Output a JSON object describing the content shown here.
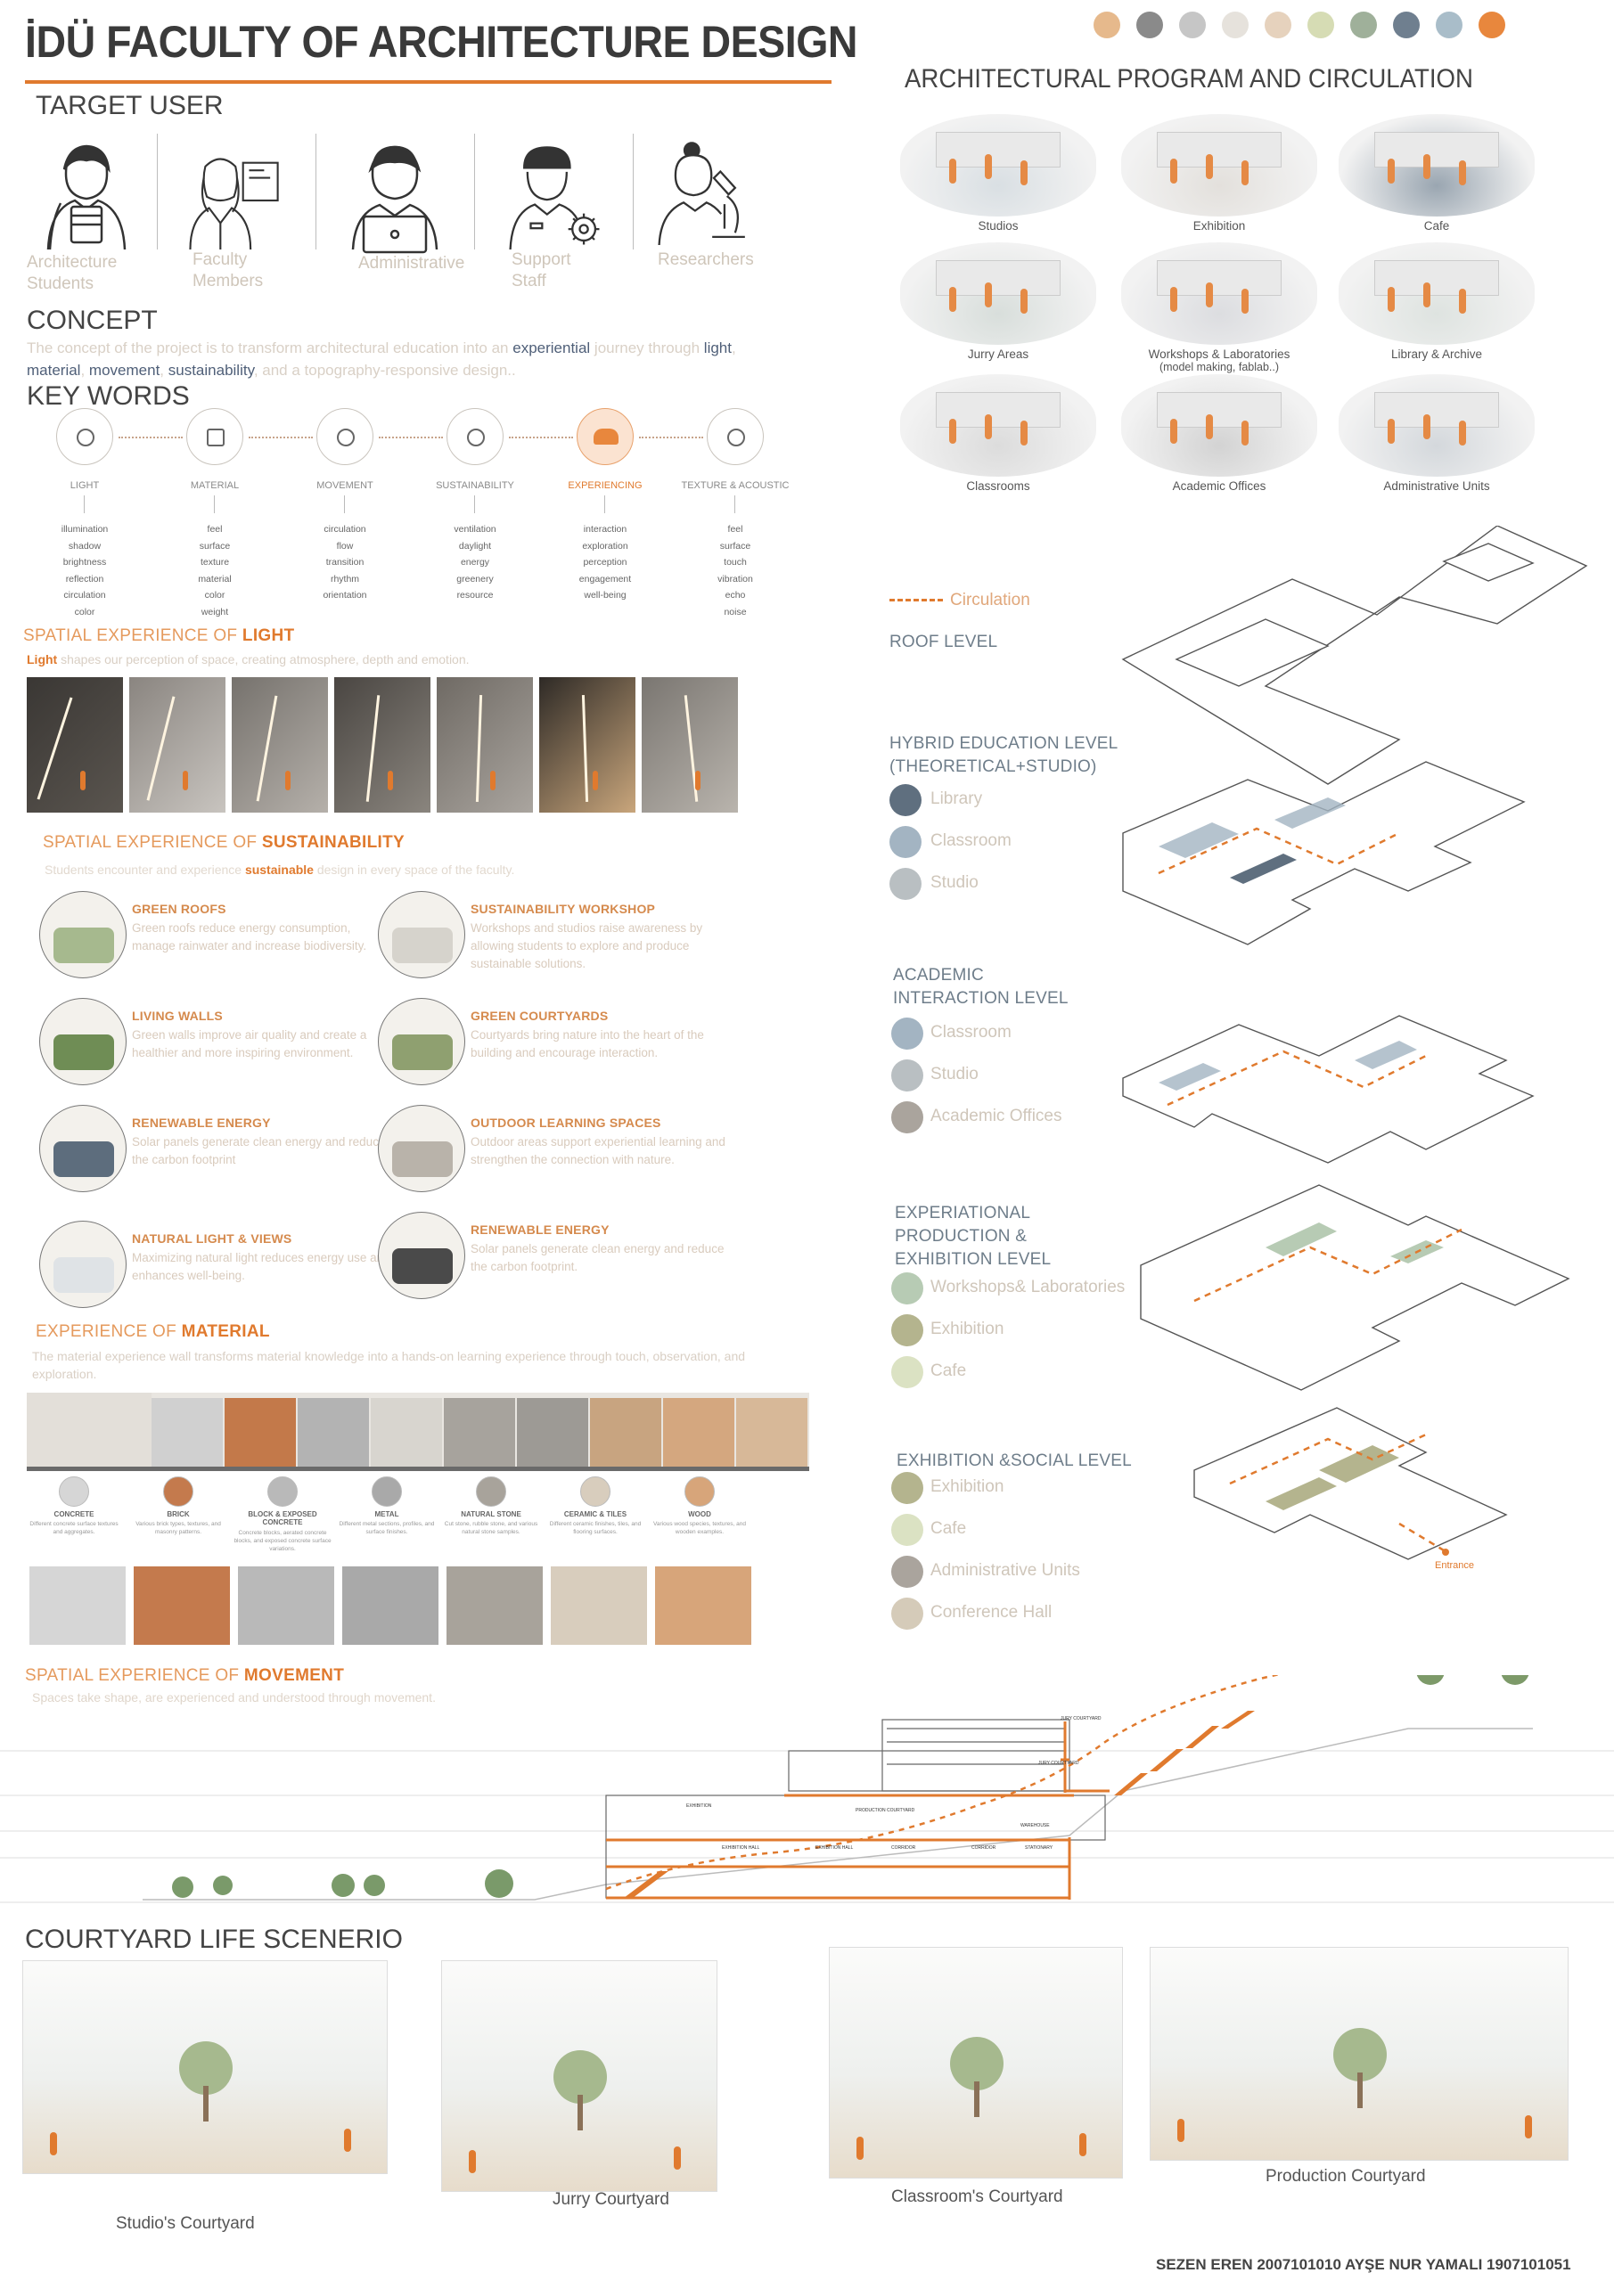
{
  "header": {
    "title": "İDÜ FACULTY OF ARCHITECTURE DESIGN",
    "palette": [
      "#e6b98c",
      "#8a8a8a",
      "#c6c6c6",
      "#e6e2dc",
      "#e6d2bd",
      "#d6dcb4",
      "#9fb09a",
      "#6f7f8f",
      "#a9bdc9",
      "#e8873d"
    ]
  },
  "target_user": {
    "heading": "TARGET USER",
    "users": [
      {
        "label_line1": "Architecture",
        "label_line2": "Students",
        "icon": "student-icon"
      },
      {
        "label_line1": "Faculty",
        "label_line2": "Members",
        "icon": "teacher-icon"
      },
      {
        "label_line1": "Administrative",
        "label_line2": "",
        "icon": "laptop-user-icon"
      },
      {
        "label_line1": "Support",
        "label_line2": "Staff",
        "icon": "worker-gear-icon"
      },
      {
        "label_line1": "Researchers",
        "label_line2": "",
        "icon": "microscope-icon"
      }
    ]
  },
  "concept": {
    "heading": "CONCEPT",
    "t1": "The concept of the project is to transform architectural education into an ",
    "k1": "experiential",
    "t2": " journey through ",
    "k2": "light",
    "t3": ",",
    "k3": "material",
    "t4": ", ",
    "k4": "movement",
    "t5": ", ",
    "k5": "sustainability",
    "t6": ", and a topography-responsive design.."
  },
  "keywords": {
    "heading": "KEY WORDS",
    "items": [
      {
        "title": "LIGHT",
        "icon": "sun-icon",
        "words": [
          "illumination",
          "shadow",
          "brightness",
          "reflection",
          "circulation",
          "color"
        ]
      },
      {
        "title": "MATERIAL",
        "icon": "dots-grid-icon",
        "words": [
          "feel",
          "surface",
          "texture",
          "material",
          "color",
          "weight"
        ]
      },
      {
        "title": "MOVEMENT",
        "icon": "walking-person-icon",
        "words": [
          "circulation",
          "flow",
          "transition",
          "rhythm",
          "orientation"
        ]
      },
      {
        "title": "SUSTAINABILITY",
        "icon": "leaf-icon",
        "words": [
          "ventilation",
          "daylight",
          "energy",
          "greenery",
          "resource"
        ]
      },
      {
        "title": "EXPERIENCING",
        "icon": "group-people-icon",
        "words": [
          "interaction",
          "exploration",
          "perception",
          "engagement",
          "well-being"
        ]
      },
      {
        "title": "TEXTURE & ACOUSTIC",
        "icon": "sound-waves-icon",
        "words": [
          "feel",
          "surface",
          "touch",
          "vibration",
          "echo",
          "noise"
        ]
      }
    ]
  },
  "light": {
    "heading_pre": "SPATIAL EXPERIENCE OF ",
    "heading_key": "LIGHT",
    "sub_key": "Light",
    "sub": " shapes our perception of space, creating atmosphere, depth and emotion."
  },
  "sustainability": {
    "heading_pre": "SPATIAL EXPERIENCE OF ",
    "heading_key": "SUSTAINABILITY",
    "sub_pre": "Students encounter and experience ",
    "sub_key": "sustainable",
    "sub_post": " design in every space of the faculty.",
    "items": [
      {
        "title": "GREEN ROOFS",
        "desc": "Green roofs reduce energy consumption, manage rainwater and increase biodiversity."
      },
      {
        "title": "SUSTAINABILITY WORKSHOP",
        "desc": "Workshops and studios raise awareness by allowing students to explore and produce sustainable solutions."
      },
      {
        "title": "LIVING WALLS",
        "desc": "Green walls improve air quality and create a healthier and more inspiring environment."
      },
      {
        "title": "GREEN COURTYARDS",
        "desc": "Courtyards bring nature into the heart of the building and encourage interaction."
      },
      {
        "title": "RENEWABLE ENERGY",
        "desc": "Solar panels generate clean energy and reduce the carbon footprint"
      },
      {
        "title": "OUTDOOR LEARNING SPACES",
        "desc": "Outdoor areas support experiential learning and strengthen the connection with nature."
      },
      {
        "title": "NATURAL LIGHT & VIEWS",
        "desc": "Maximizing natural light reduces energy use and enhances well-being."
      },
      {
        "title": "RENEWABLE ENERGY",
        "desc": "Solar panels generate clean energy and reduce the carbon footprint."
      }
    ]
  },
  "material": {
    "heading_pre": "EXPERIENCE OF ",
    "heading_key": "MATERIAL",
    "sub": "The material experience wall transforms material knowledge into a hands-on learning experience through touch, observation, and exploration.",
    "items": [
      {
        "name": "CONCRETE",
        "desc": "Different concrete surface textures and aggregates."
      },
      {
        "name": "BRICK",
        "desc": "Various brick types, textures, and masonry patterns."
      },
      {
        "name": "BLOCK & EXPOSED CONCRETE",
        "desc": "Concrete blocks, aerated concrete blocks, and exposed concrete surface variations."
      },
      {
        "name": "METAL",
        "desc": "Different metal sections, profiles, and surface finishes."
      },
      {
        "name": "NATURAL STONE",
        "desc": "Cut stone, rubble stone, and various natural stone samples."
      },
      {
        "name": "CERAMIC & TILES",
        "desc": "Different ceramic finishes, tiles, and flooring surfaces."
      },
      {
        "name": "WOOD",
        "desc": "Various wood species, textures, and wooden examples."
      }
    ]
  },
  "movement": {
    "heading_pre": "SPATIAL EXPERIENCE OF ",
    "heading_key": "MOVEMENT",
    "sub": "Spaces take shape, are experienced and understood through movement.",
    "section_labels": [
      "JURY COURTYARD",
      "JURY COURTYARD",
      "EXHIBITION",
      "PRODUCTION COURTYARD",
      "WAREHOUSE",
      "EXHIBITION HALL",
      "EXHIBITION HALL",
      "CORRIDOR",
      "CORRIDOR",
      "STATIONARY"
    ]
  },
  "program": {
    "heading": "ARCHITECTURAL PROGRAM AND CIRCULATION",
    "spaces": [
      {
        "label": "Studios"
      },
      {
        "label": "Exhibition"
      },
      {
        "label": "Cafe"
      },
      {
        "label": "Jurry Areas"
      },
      {
        "label": "Workshops & Laboratories",
        "label2": "(model making, fablab..)"
      },
      {
        "label": "Library & Archive"
      },
      {
        "label": "Classrooms"
      },
      {
        "label": "Academic Offices"
      },
      {
        "label": "Administrative Units"
      }
    ]
  },
  "levels": {
    "circulation_label": "Circulation",
    "roof": "ROOF LEVEL",
    "hybrid": {
      "title1": "HYBRID EDUCATION LEVEL",
      "title2": "(THEORETICAL+STUDIO)",
      "items": [
        {
          "label": "Library",
          "color": "#5f6f7f"
        },
        {
          "label": "Classroom",
          "color": "#a3b4c2"
        },
        {
          "label": "Studio",
          "color": "#b9bfc2"
        }
      ]
    },
    "academic": {
      "title1": "ACADEMIC",
      "title2": "INTERACTION LEVEL",
      "items": [
        {
          "label": "Classroom",
          "color": "#a3b4c2"
        },
        {
          "label": "Studio",
          "color": "#b9bfc2"
        },
        {
          "label": "Academic Offices",
          "color": "#aaa49d"
        }
      ]
    },
    "experiential": {
      "title1": "EXPERIATIONAL",
      "title2": "PRODUCTION &",
      "title3": "EXHIBITION LEVEL",
      "items": [
        {
          "label": "Workshops& Laboratories",
          "color": "#b7cbb4"
        },
        {
          "label": "Exhibition",
          "color": "#b4b48e"
        },
        {
          "label": "Cafe",
          "color": "#dbe2c3"
        }
      ]
    },
    "social": {
      "title1": "EXHIBITION &SOCIAL LEVEL",
      "items": [
        {
          "label": "Exhibition",
          "color": "#b4b48e"
        },
        {
          "label": "Cafe",
          "color": "#dbe2c3"
        },
        {
          "label": "Administrative Units",
          "color": "#aaa49d"
        },
        {
          "label": "Conference Hall",
          "color": "#d5cbb9"
        }
      ]
    },
    "entrance": "Entrance"
  },
  "courtyards": {
    "heading": "COURTYARD LIFE SCENERIO",
    "items": [
      {
        "label": "Studio's Courtyard"
      },
      {
        "label": "Jurry Courtyard"
      },
      {
        "label": "Classroom's Courtyard"
      },
      {
        "label": "Production Courtyard"
      }
    ]
  },
  "footer": {
    "authors": "SEZEN EREN 2007101010  AYŞE NUR YAMALI 1907101051"
  }
}
